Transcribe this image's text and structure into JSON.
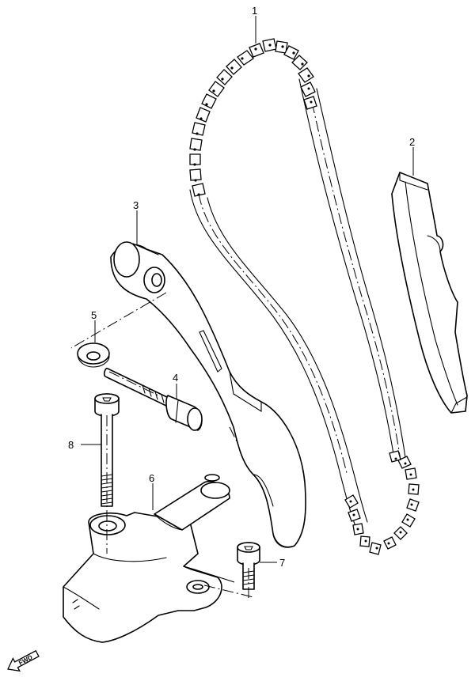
{
  "callouts": [
    {
      "id": "1",
      "label": "1"
    },
    {
      "id": "2",
      "label": "2"
    },
    {
      "id": "3",
      "label": "3"
    },
    {
      "id": "4",
      "label": "4"
    },
    {
      "id": "5",
      "label": "5"
    },
    {
      "id": "6",
      "label": "6"
    },
    {
      "id": "7",
      "label": "7"
    },
    {
      "id": "8",
      "label": "8"
    }
  ],
  "fwd_label": "FWD"
}
